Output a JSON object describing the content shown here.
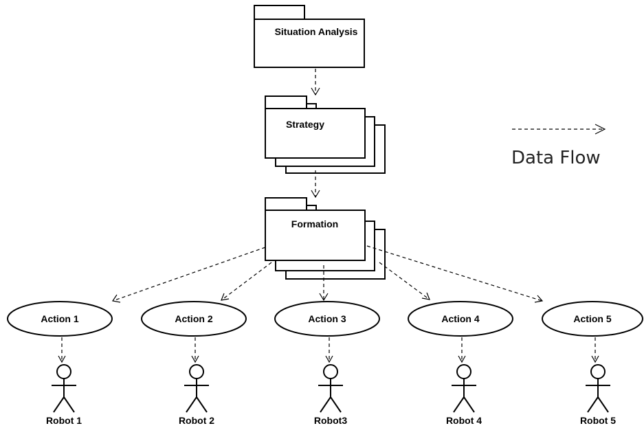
{
  "packages": {
    "situation_analysis": "Situation Analysis",
    "strategy": "Strategy",
    "formation": "Formation"
  },
  "actions": [
    "Action 1",
    "Action 2",
    "Action 3",
    "Action 4",
    "Action 5"
  ],
  "robots": [
    "Robot 1",
    "Robot 2",
    "Robot3",
    "Robot 4",
    "Robot 5"
  ],
  "legend": {
    "label": "Data Flow"
  }
}
